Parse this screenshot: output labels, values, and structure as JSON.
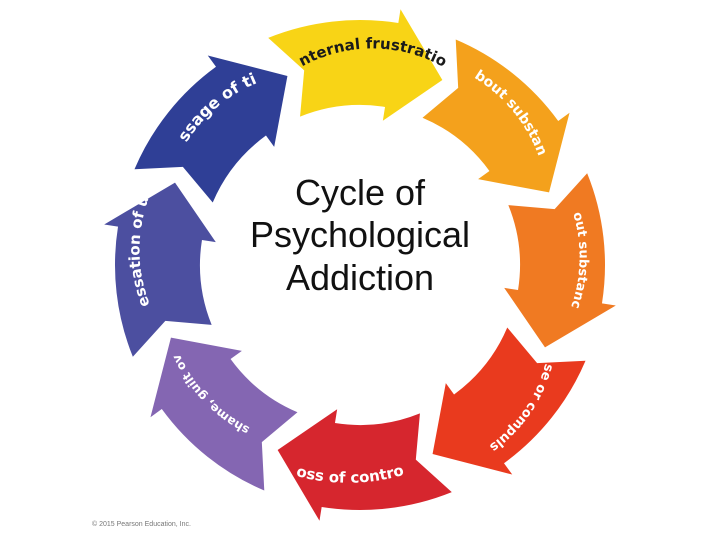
{
  "title": {
    "line1": "Cycle of",
    "line2": "Psychological",
    "line3": "Addiction"
  },
  "segments": [
    {
      "label": "Internal frustration",
      "color": "#F8D416"
    },
    {
      "label": "Fantasizing about substance or behavior",
      "color": "#F4A11C"
    },
    {
      "label": "Obsessing about substance or behavior",
      "color": "#F07A22"
    },
    {
      "label": "Substance use or compulsive behavior",
      "color": "#E93A1E"
    },
    {
      "label": "Loss of control",
      "color": "#D6262E"
    },
    {
      "label": "Depression, shame, guilt over behavior",
      "color": "#8466B2"
    },
    {
      "label": "Cessation of use",
      "color": "#4C4FA0"
    },
    {
      "label": "Passage of time",
      "color": "#2F3F96"
    }
  ],
  "copyright": "© 2015 Pearson Education, Inc."
}
